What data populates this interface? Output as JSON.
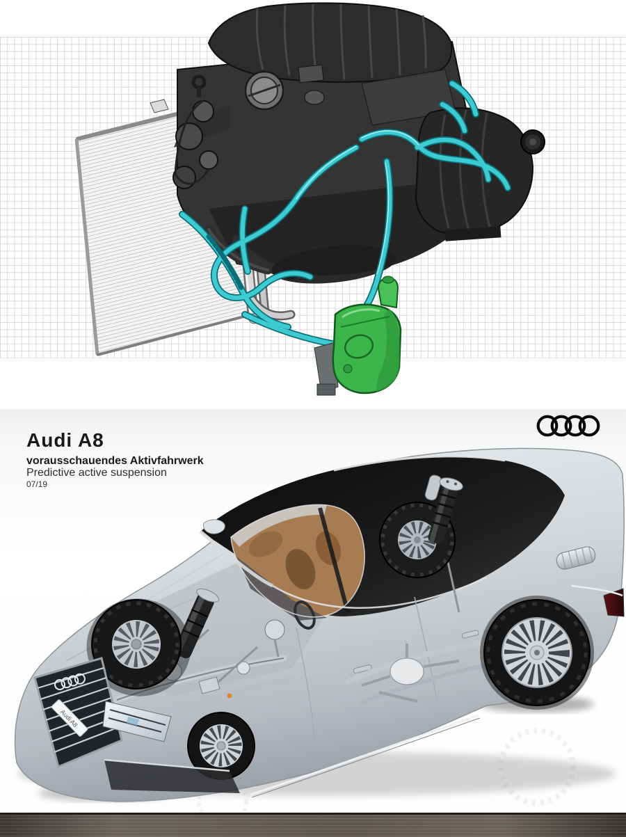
{
  "engine_panel": {
    "description": "engine and cooling system technical illustration on grid paper",
    "background": "#ffffff",
    "grid_color": "#d9d9d9",
    "colors": {
      "engine_block": "#2e2e2e",
      "radiator": "#efefef",
      "coolant_hoses": "#3dcbd1",
      "auxiliary_pump": "#3cb54a"
    }
  },
  "press_panel": {
    "background": "#f0f1f1",
    "headline": "Audi A8",
    "subline_bold": "vorausschauendes Aktivfahrwerk",
    "subline": "Predictive active suspension",
    "date": "07/19",
    "logo_icon": "audi-four-rings",
    "logo_color": "#0a0a0a",
    "text_color": "#1a1a1a",
    "car": {
      "license_plate": "Audi A8",
      "body_color": "#d6d9db",
      "glass_color": "#161616",
      "interior_color": "#a87c52",
      "suspension_metal_color": "#c9ced2"
    }
  },
  "floor": {
    "color": "#55504a"
  }
}
